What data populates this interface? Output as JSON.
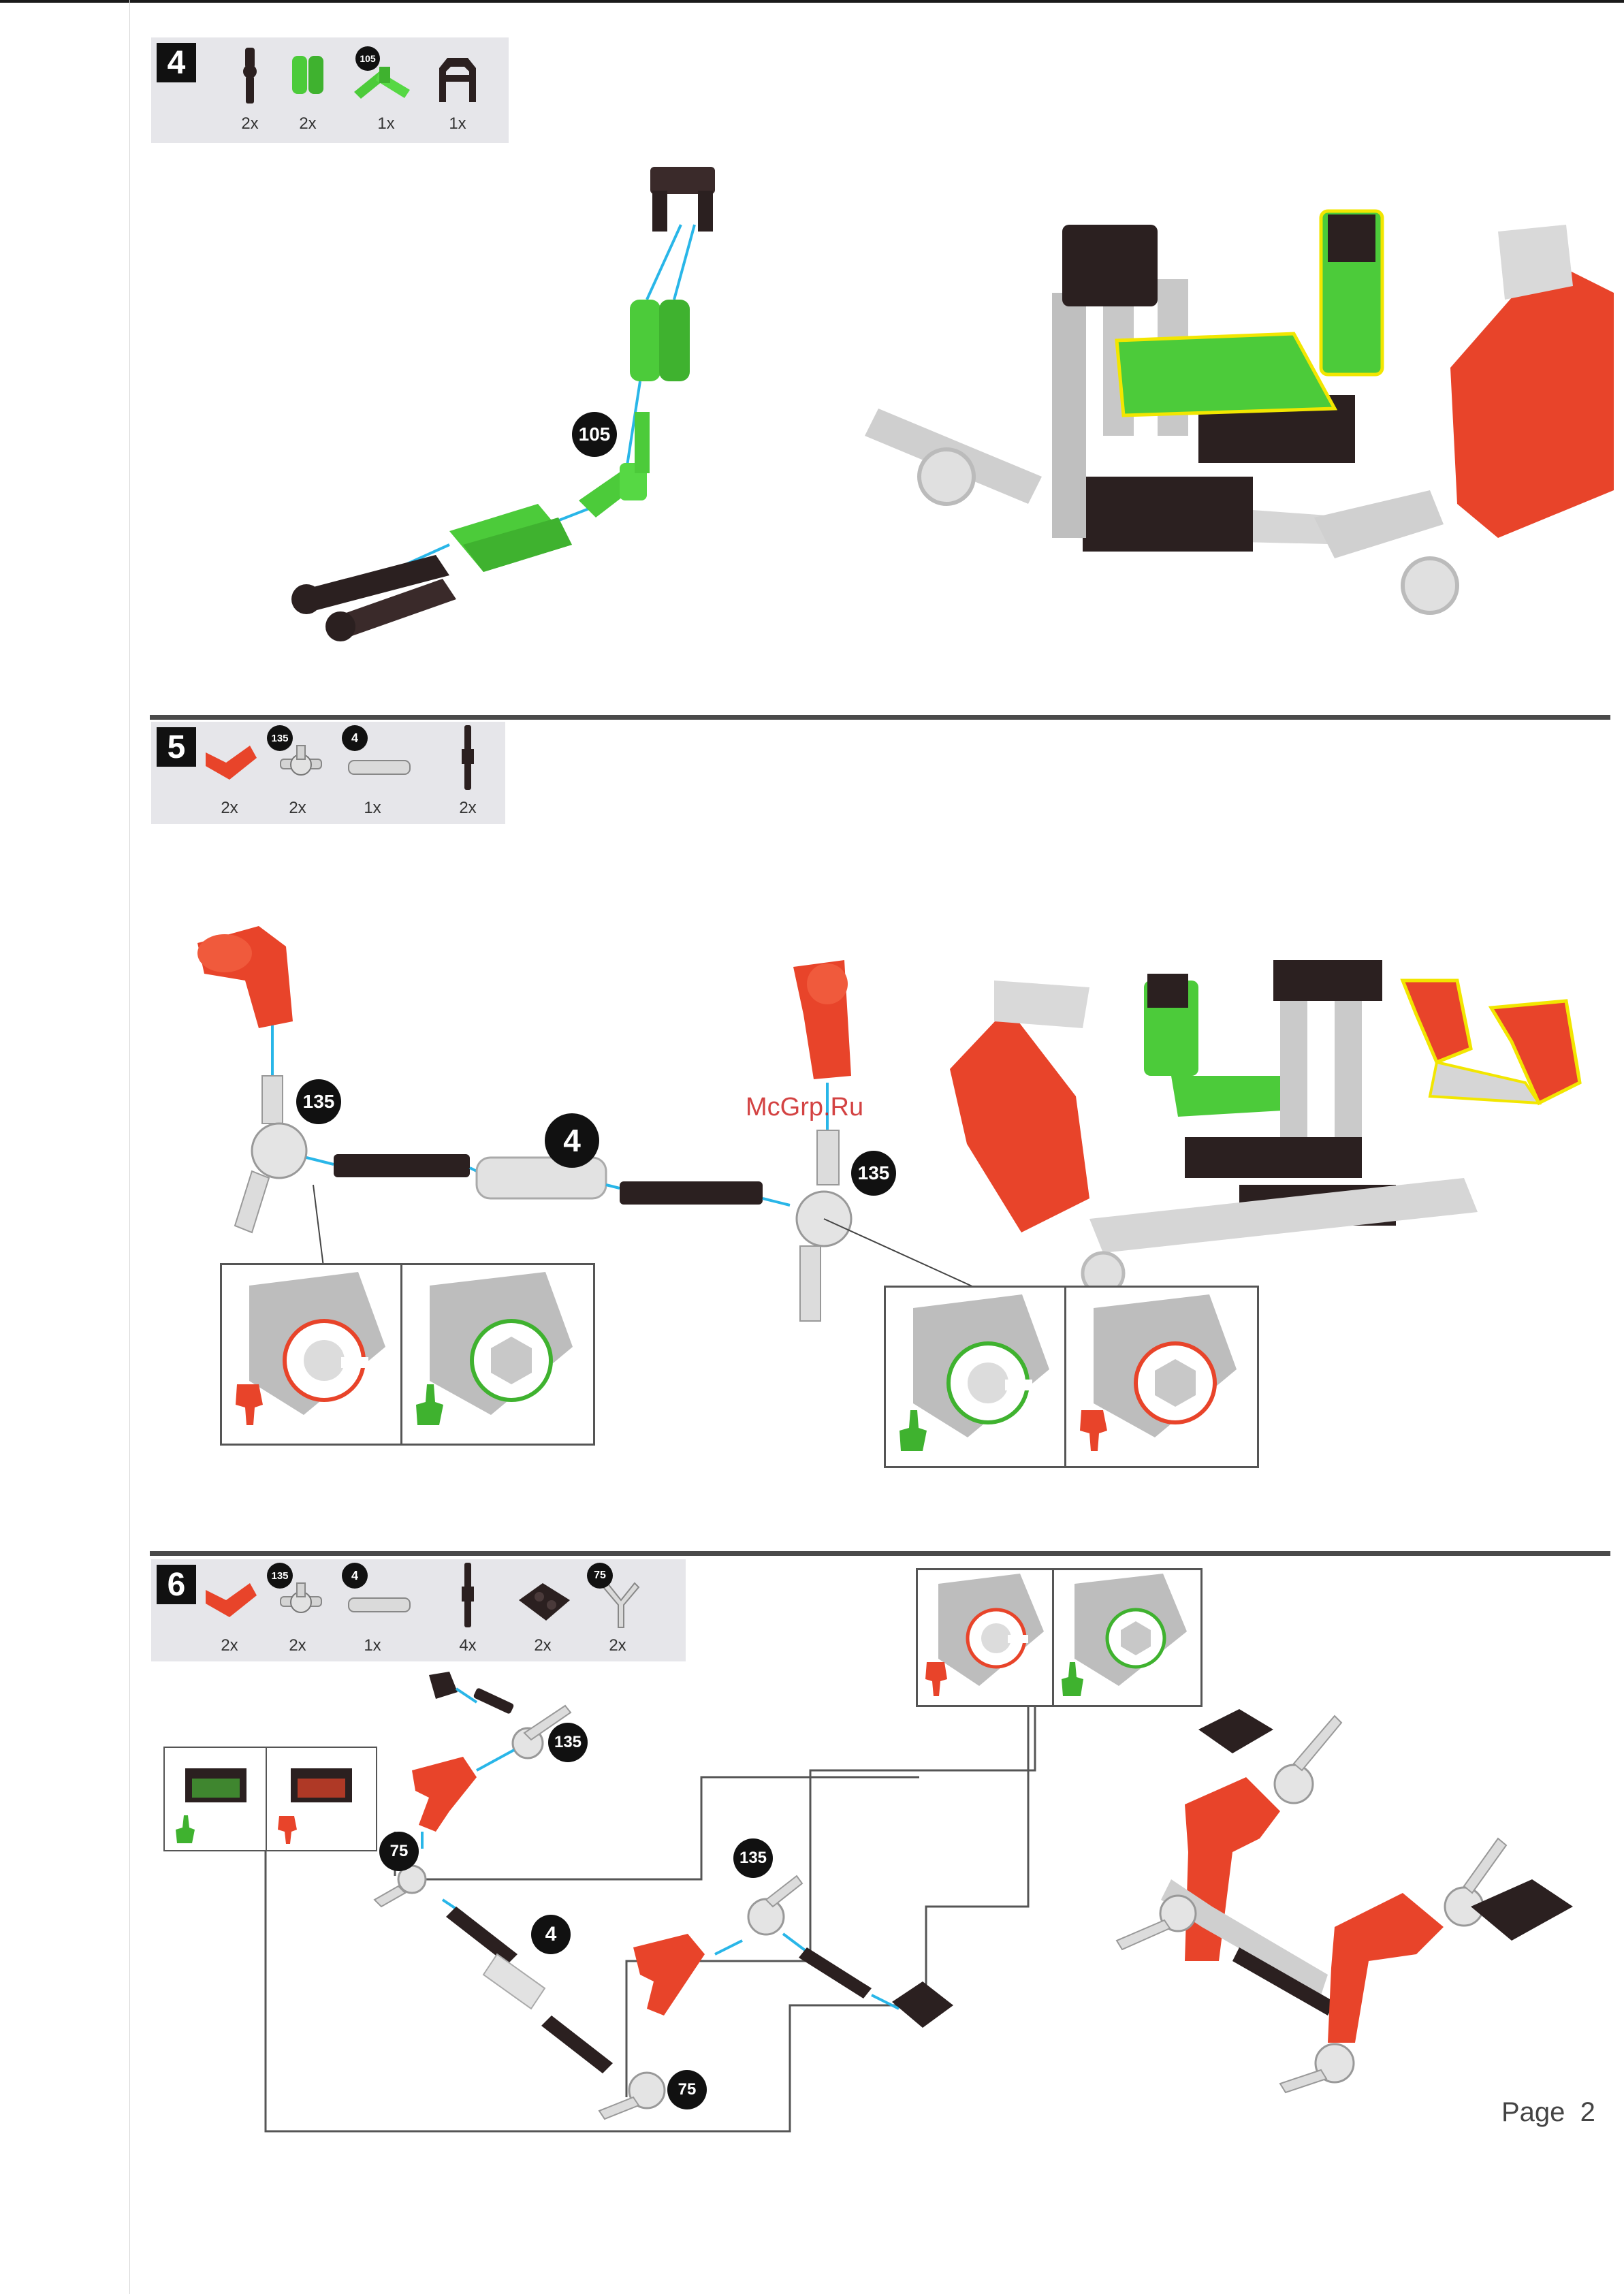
{
  "page_label": "Page",
  "page_number": "2",
  "watermark": "McGrp.Ru",
  "steps": [
    {
      "number": "4",
      "parts": [
        {
          "icon": "black-peg-connector-icon",
          "qty": "2x"
        },
        {
          "icon": "green-double-bush-icon",
          "qty": "2x"
        },
        {
          "icon": "green-angle-connector-icon",
          "badge": "105",
          "qty": "1x"
        },
        {
          "icon": "black-clip-bracket-icon",
          "qty": "1x"
        }
      ],
      "callouts": [
        "105"
      ]
    },
    {
      "number": "5",
      "parts": [
        {
          "icon": "red-angle-elbow-icon",
          "qty": "2x"
        },
        {
          "icon": "white-hub-connector-icon",
          "badge": "135",
          "qty": "2x"
        },
        {
          "icon": "white-tube-icon",
          "badge": "4",
          "qty": "1x"
        },
        {
          "icon": "black-axle-pin-icon",
          "qty": "2x"
        }
      ],
      "callouts": [
        "135",
        "4",
        "135"
      ]
    },
    {
      "number": "6",
      "parts": [
        {
          "icon": "red-angle-elbow-icon",
          "qty": "2x"
        },
        {
          "icon": "white-hub-connector-icon",
          "badge": "135",
          "qty": "2x"
        },
        {
          "icon": "white-tube-icon",
          "badge": "4",
          "qty": "1x"
        },
        {
          "icon": "black-axle-pin-icon",
          "qty": "4x"
        },
        {
          "icon": "black-plate-icon",
          "qty": "2x"
        },
        {
          "icon": "white-y-connector-icon",
          "badge": "75",
          "qty": "2x"
        }
      ],
      "callouts": [
        "135",
        "75",
        "4",
        "135",
        "75"
      ]
    }
  ],
  "colors": {
    "red": "#e8442a",
    "green": "#4ccb3a",
    "black": "#2b2020",
    "white": "#dcdcdc",
    "connector_line": "#29b6e8",
    "highlight": "#f2e600"
  }
}
